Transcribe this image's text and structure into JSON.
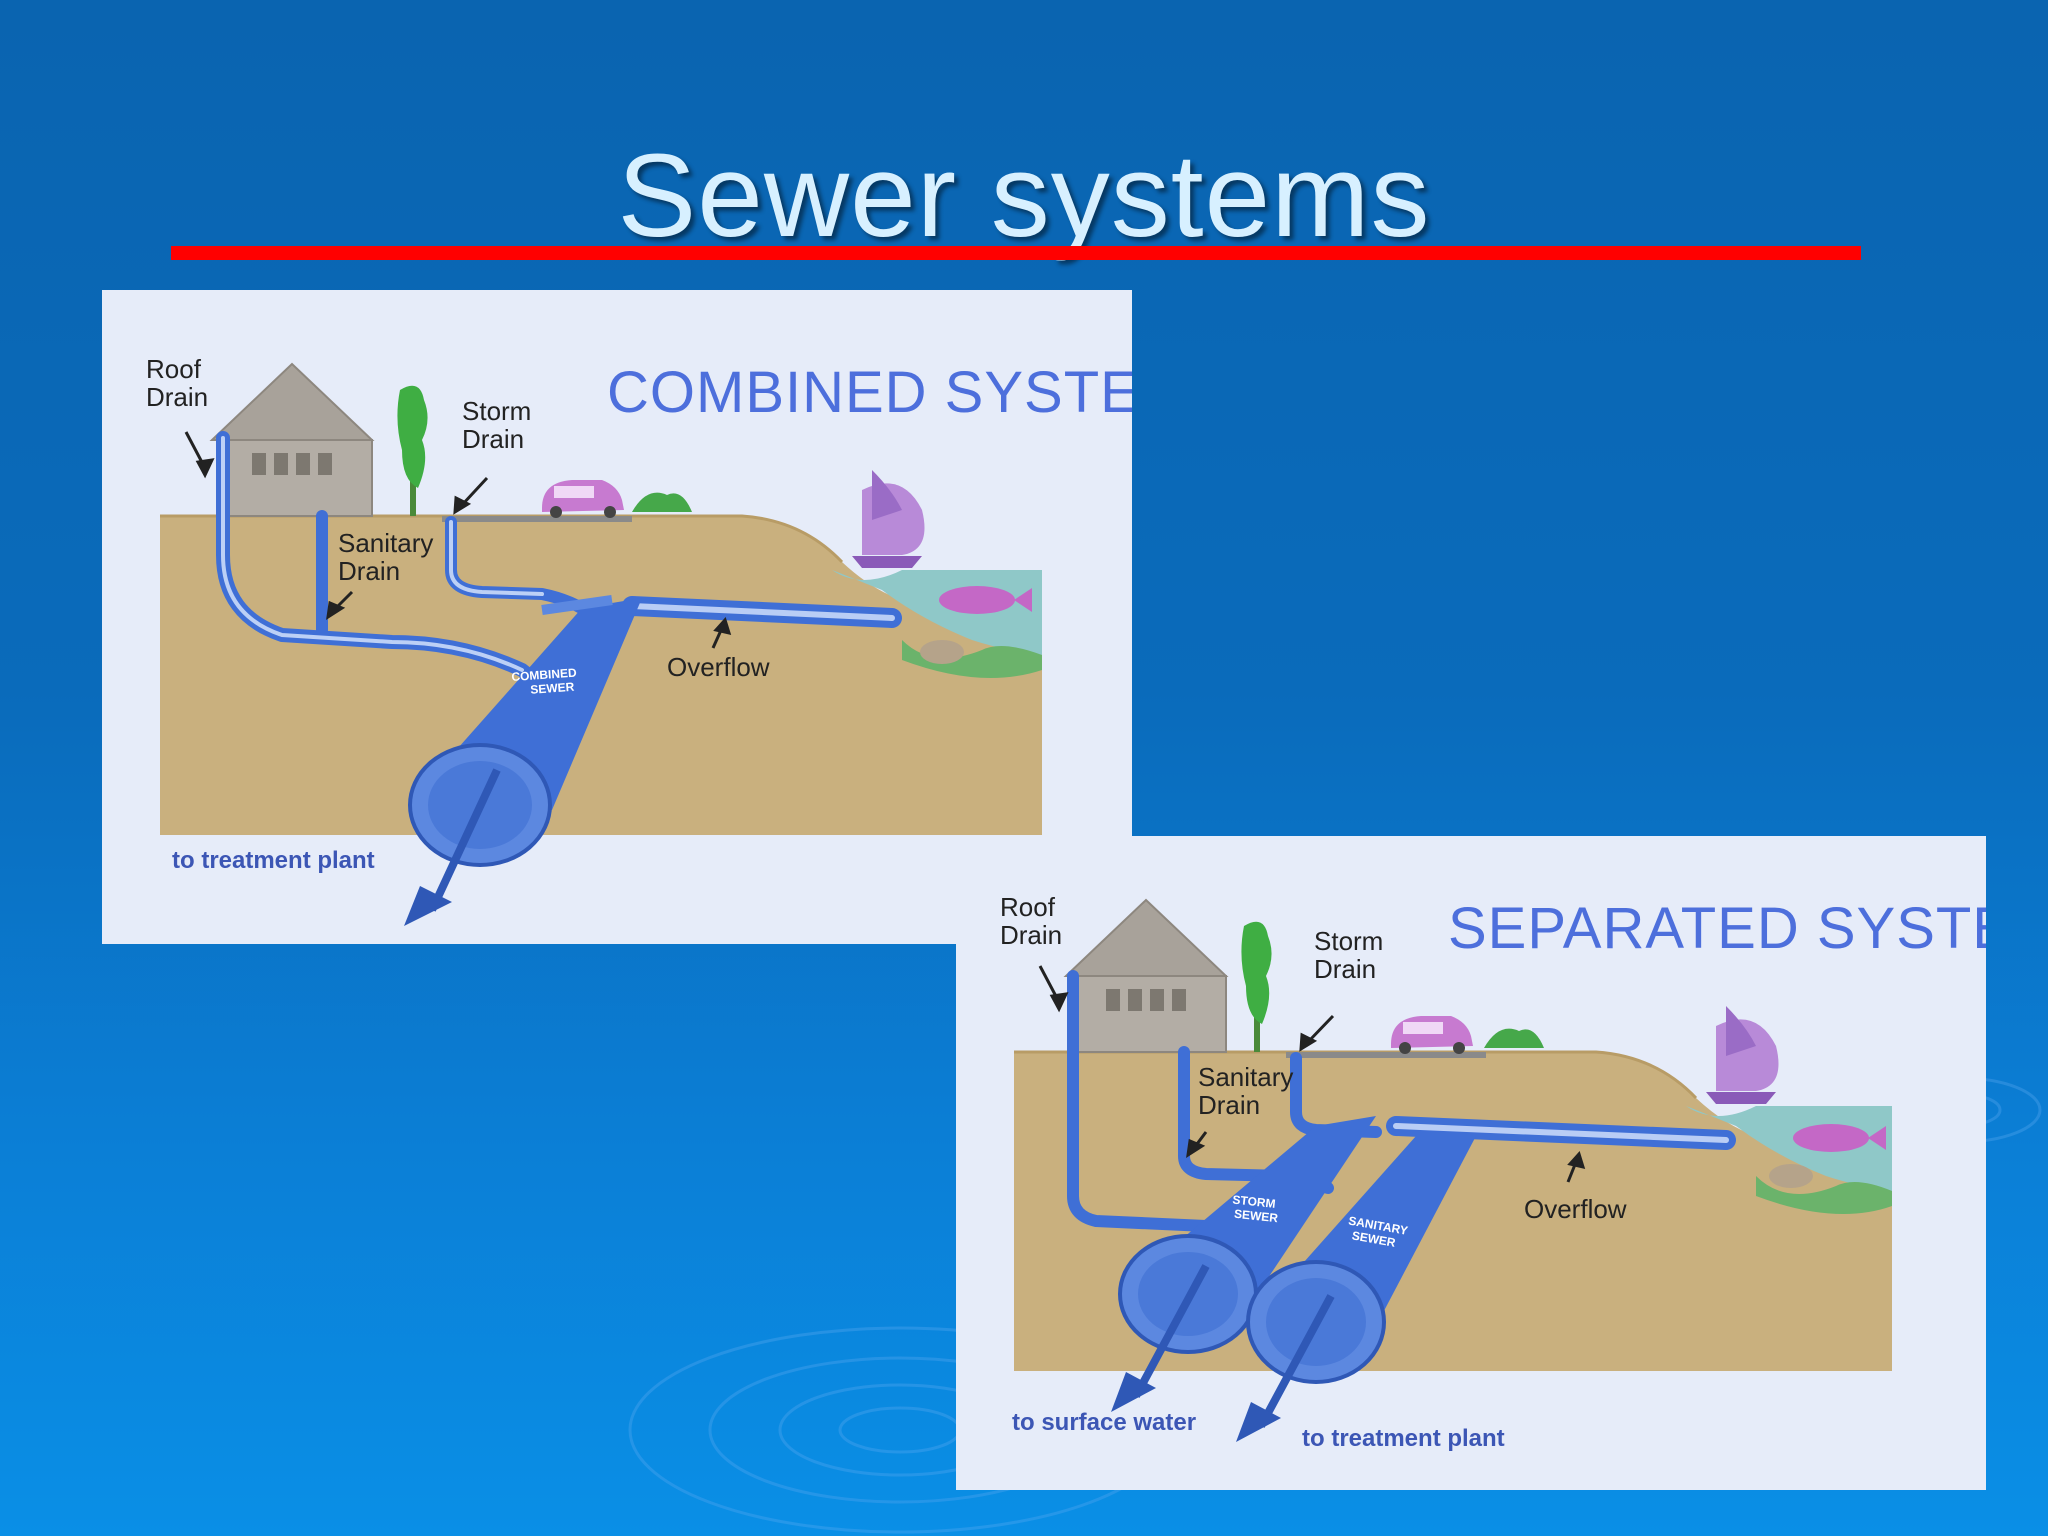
{
  "slide": {
    "title": "Sewer systems"
  },
  "combined": {
    "heading": "COMBINED SYSTEM",
    "labels": {
      "roof_drain": [
        "Roof",
        "Drain"
      ],
      "storm_drain": [
        "Storm",
        "Drain"
      ],
      "sanitary_drain": [
        "Sanitary",
        "Drain"
      ],
      "combined_sewer": [
        "COMBINED",
        "SEWER"
      ],
      "overflow": "Overflow",
      "outlet": "to treatment plant"
    }
  },
  "separated": {
    "heading": "SEPARATED SYSTEM",
    "labels": {
      "roof_drain": [
        "Roof",
        "Drain"
      ],
      "storm_drain": [
        "Storm",
        "Drain"
      ],
      "sanitary_drain": [
        "Sanitary",
        "Drain"
      ],
      "storm_sewer": [
        "STORM",
        "SEWER"
      ],
      "sanitary_sewer": [
        "SANITARY",
        "SEWER"
      ],
      "overflow": "Overflow",
      "outlet_storm": "to surface water",
      "outlet_sanitary": "to treatment plant"
    }
  },
  "colors": {
    "title": "#d7f0ff",
    "underline": "#ff0000",
    "panel_bg": "#e6ecf9",
    "soil": "#c9b07e",
    "pipe": "#3f6fd6",
    "water": "#8fc8c8"
  }
}
